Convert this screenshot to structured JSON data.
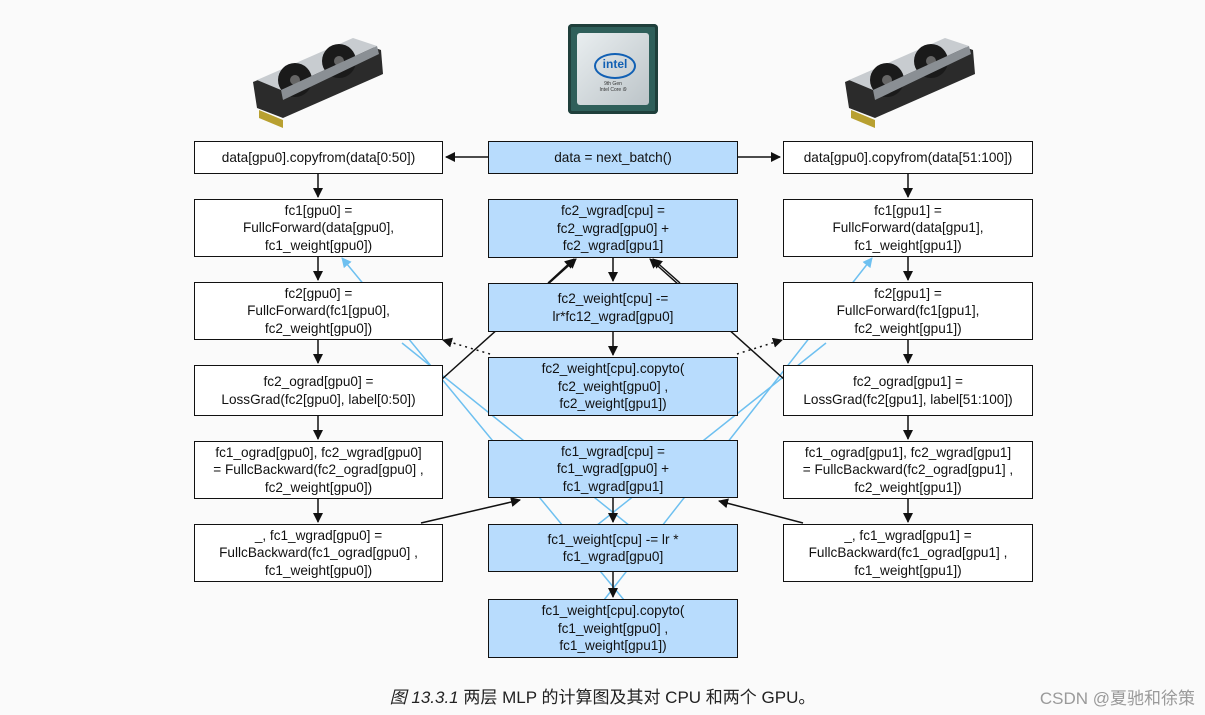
{
  "nodes": {
    "left_copy": "data[gpu0].copyfrom(data[0:50])",
    "center_batch": "data = next_batch()",
    "right_copy": "data[gpu0].copyfrom(data[51:100])",
    "left_fc1": "fc1[gpu0] =\nFullcForward(data[gpu0],\nfc1_weight[gpu0])",
    "center_fc2_wgrad": "fc2_wgrad[cpu]  =\nfc2_wgrad[gpu0] +\nfc2_wgrad[gpu1]",
    "right_fc1": "fc1[gpu1] =\nFullcForward(data[gpu1],\nfc1_weight[gpu1])",
    "left_fc2": "fc2[gpu0] =\nFullcForward(fc1[gpu0],\nfc2_weight[gpu0])",
    "center_fc2_update": "fc2_weight[cpu] -=\nlr*fc12_wgrad[gpu0]",
    "right_fc2": "fc2[gpu1] =\nFullcForward(fc1[gpu1],\nfc2_weight[gpu1])",
    "left_loss": "fc2_ograd[gpu0] =\nLossGrad(fc2[gpu0], label[0:50])",
    "center_fc2_copy": "fc2_weight[cpu].copyto(\nfc2_weight[gpu0] ,\nfc2_weight[gpu1])",
    "right_loss": "fc2_ograd[gpu1] =\nLossGrad(fc2[gpu1], label[51:100])",
    "left_bwd2": "fc1_ograd[gpu0], fc2_wgrad[gpu0]\n= FullcBackward(fc2_ograd[gpu0] ,\nfc2_weight[gpu0])",
    "center_fc1_wgrad": "fc1_wgrad[cpu]  =\nfc1_wgrad[gpu0] +\nfc1_wgrad[gpu1]",
    "right_bwd2": "fc1_ograd[gpu1], fc2_wgrad[gpu1]\n= FullcBackward(fc2_ograd[gpu1] ,\nfc2_weight[gpu1])",
    "left_bwd1": "_, fc1_wgrad[gpu0] =\nFullcBackward(fc1_ograd[gpu0] ,\nfc1_weight[gpu0])",
    "center_fc1_update": "fc1_weight[cpu] -= lr *\nfc1_wgrad[gpu0]",
    "right_bwd1": "_, fc1_wgrad[gpu1] =\nFullcBackward(fc1_ograd[gpu1] ,\nfc1_weight[gpu1])",
    "center_fc1_copy": "fc1_weight[cpu].copyto(\nfc1_weight[gpu0] ,\nfc1_weight[gpu1])"
  },
  "chip": {
    "logo": "intel",
    "line1": "9th Gen",
    "line2": "Intel Core i9"
  },
  "caption": {
    "figure": "图 13.3.1",
    "text": " 两层 MLP 的计算图及其对 CPU 和两个 GPU。"
  },
  "watermark": "CSDN @夏驰和徐策",
  "colors": {
    "cpu_box": "#b8dcfd",
    "gpu_box": "#ffffff",
    "blue_edge": "#6ec0f0",
    "black_edge": "#111111"
  },
  "icons": [
    "gpu-card-icon",
    "cpu-chip-icon",
    "gpu-card-icon"
  ]
}
